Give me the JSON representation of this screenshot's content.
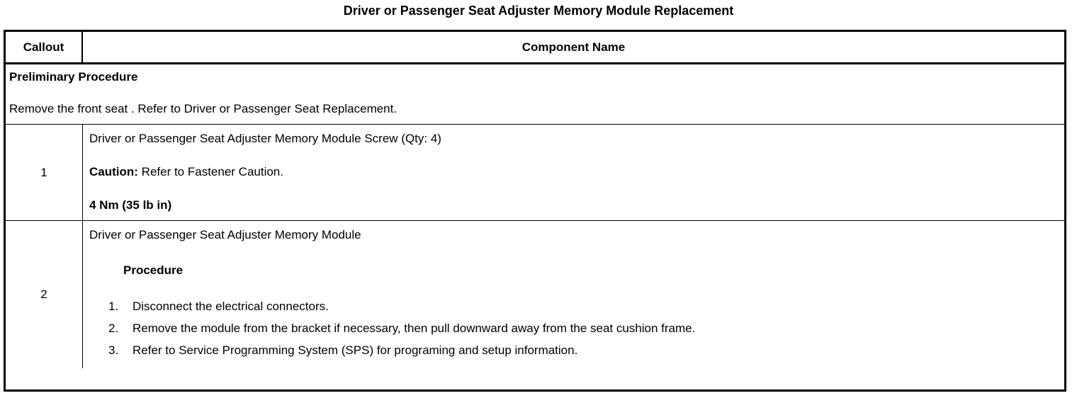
{
  "document": {
    "title": "Driver or Passenger Seat Adjuster Memory Module Replacement"
  },
  "table": {
    "headers": {
      "callout": "Callout",
      "component": "Component Name"
    },
    "preliminary": {
      "heading": "Preliminary Procedure",
      "text": "Remove the front seat . Refer to Driver or Passenger Seat Replacement."
    },
    "rows": [
      {
        "callout": "1",
        "component_name": "Driver or Passenger Seat Adjuster Memory Module Screw (Qty: 4)",
        "caution_label": "Caution:",
        "caution_text": " Refer to Fastener Caution.",
        "torque": "4 Nm (35 lb in)"
      },
      {
        "callout": "2",
        "component_name": "Driver or Passenger Seat Adjuster Memory Module",
        "procedure_heading": "Procedure",
        "steps": [
          {
            "num": "1.",
            "text": "Disconnect the electrical connectors."
          },
          {
            "num": "2.",
            "text": "Remove the module from the bracket if necessary, then pull downward away from the seat cushion frame."
          },
          {
            "num": "3.",
            "text": "Refer to Service Programming System (SPS) for programing and setup information."
          }
        ]
      }
    ]
  },
  "colors": {
    "background": "#ffffff",
    "text": "#000000",
    "border": "#000000"
  }
}
